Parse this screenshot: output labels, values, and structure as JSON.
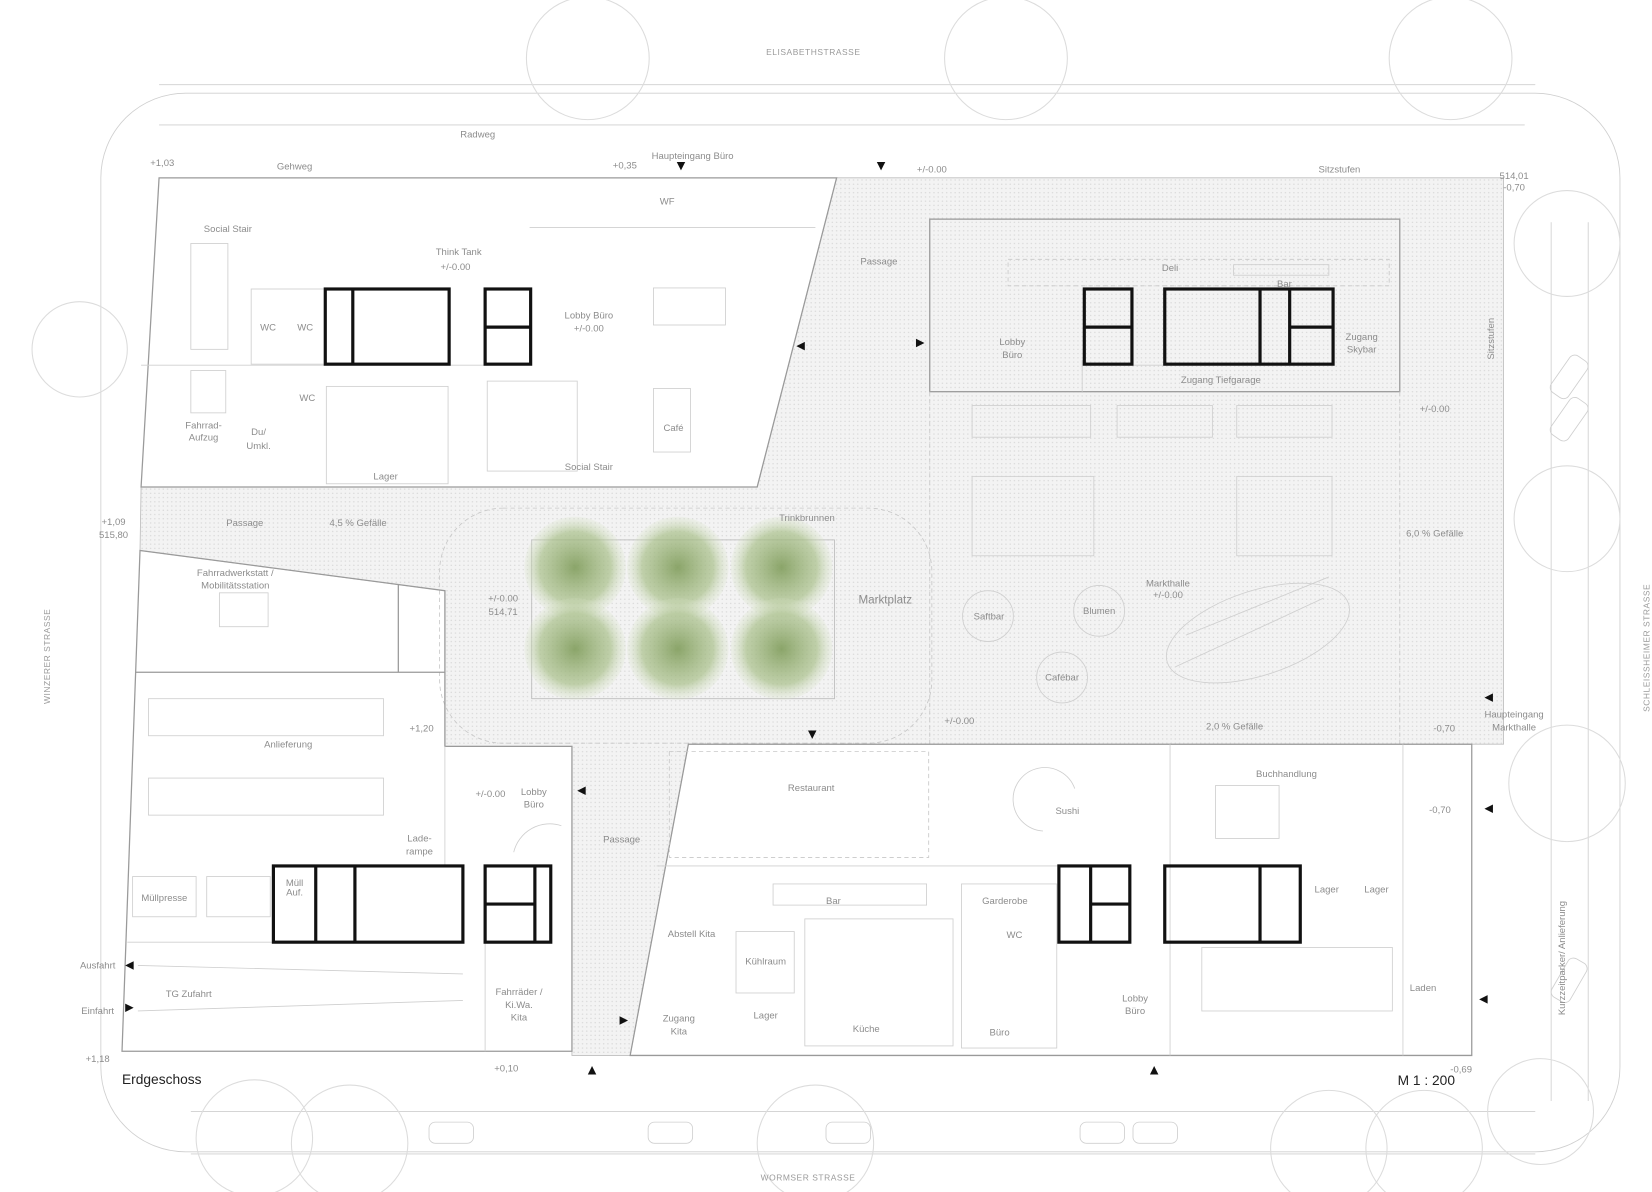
{
  "plan": {
    "title": "Erdgeschoss",
    "scale": "M 1 : 200"
  },
  "streets": {
    "north": "ELISABETHSTRASSE",
    "south": "WORMSER STRASSE",
    "west": "WINZERER STRASSE",
    "east": "SCHLEISSHEIMER STRASSE",
    "radweg": "Radweg",
    "gehweg": "Gehweg",
    "kurzzeitparker": "Kurzzeitparker/ Anlieferung"
  },
  "levels": {
    "nw_corner": "+1,03",
    "north_mid": "+0,35",
    "north_east": "+/-0.00",
    "ne_corner_1": "514,01",
    "ne_corner_2": "-0,70",
    "west_1": "+1,09",
    "west_2": "515,80",
    "think_tank": "+/-0.00",
    "lobby_nw": "+/-0.00",
    "markt_1": "+/-0.00",
    "markt_2": "514,71",
    "markthalle": "+/-0.00",
    "markthalle_e": "+/-0.00",
    "markthalle_sw": "+/-0.00",
    "east_1": "-0,70",
    "anlieferung": "+1,20",
    "lobby_sw": "+/-0.00",
    "sw_corner": "+1,18",
    "south_mid": "+0,10",
    "laden": "-0,70",
    "se_corner": "-0,69"
  },
  "rooms": {
    "haupteingang_buero": "Haupteingang Büro",
    "sitzstufen_n": "Sitzstufen",
    "sitzstufen_e": "Sitzstufen",
    "social_stair_1": "Social Stair",
    "think_tank": "Think Tank",
    "wc_1": "WC",
    "wc_2": "WC",
    "wc_3": "WC",
    "wc_4": "WC",
    "lobby_buero_nw": "Lobby Büro",
    "wf": "WF",
    "fahrrad_aufzug": [
      "Fahrrad-",
      "Aufzug"
    ],
    "du_umkl": [
      "Du/",
      "Umkl."
    ],
    "lager_nw": "Lager",
    "cafe": "Café",
    "social_stair_2": "Social Stair",
    "passage_n": "Passage",
    "deli": "Deli",
    "bar_ne": "Bar",
    "lobby_buero_ne": [
      "Lobby",
      "Büro"
    ],
    "zugang_skybar": [
      "Zugang",
      "Skybar"
    ],
    "zugang_tiefgarage": "Zugang Tiefgarage",
    "gefaelle_6": "6,0 % Gefälle",
    "passage_w": "Passage",
    "gefaelle_45": "4,5 % Gefälle",
    "trinkbrunnen": "Trinkbrunnen",
    "marktplatz": "Marktplatz",
    "markthalle": "Markthalle",
    "saftbar": "Saftbar",
    "blumen": "Blumen",
    "cafebar": "Cafébar",
    "gefaelle_2": "2,0 % Gefälle",
    "haupteingang_markthalle": [
      "Haupteingang",
      "Markthalle"
    ],
    "fahrradwerkstatt": [
      "Fahrradwerkstatt /",
      "Mobilitätsstation"
    ],
    "anlieferung": "Anlieferung",
    "laderampe": [
      "Lade-",
      "rampe"
    ],
    "muellpresse": "Müllpresse",
    "muell_auf": [
      "Müll",
      "Auf."
    ],
    "lobby_buero_sw": [
      "Lobby",
      "Büro"
    ],
    "passage_s": "Passage",
    "ausfahrt": "Ausfahrt",
    "einfahrt": "Einfahrt",
    "tg_zufahrt": "TG Zufahrt",
    "fahrraeder_kita": [
      "Fahrräder /",
      "Ki.Wa.",
      "Kita"
    ],
    "restaurant": "Restaurant",
    "sushi": "Sushi",
    "buchhandlung": "Buchhandlung",
    "bar_s": "Bar",
    "garderobe": "Garderobe",
    "lager_1": "Lager",
    "lager_2": "Lager",
    "lager_3": "Lager",
    "abstell_kita": "Abstell Kita",
    "kuehlraum": "Kühlraum",
    "zugang_kita": [
      "Zugang",
      "Kita"
    ],
    "kueche": "Küche",
    "buero": "Büro",
    "lobby_buero_se": [
      "Lobby",
      "Büro"
    ],
    "laden": "Laden"
  },
  "colors": {
    "core": "#111111",
    "wall": "#9a9a9a",
    "paving": "#ececec",
    "trees": "#9bb57a"
  }
}
